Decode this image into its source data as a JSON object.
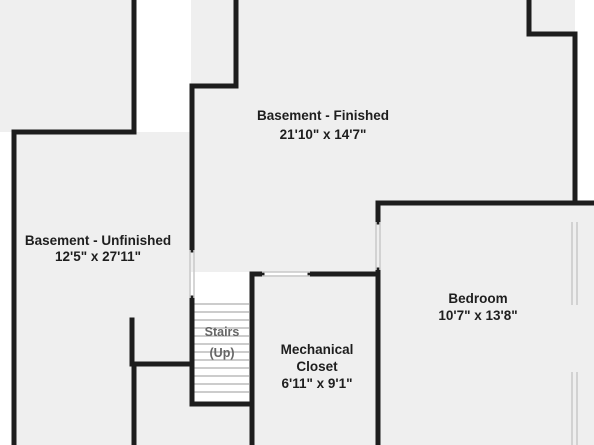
{
  "rooms": {
    "finished": {
      "name": "Basement - Finished",
      "dimensions": "21'10\" x 14'7\""
    },
    "unfinished": {
      "name": "Basement - Unfinished",
      "dimensions": "12'5\" x 27'11\""
    },
    "bedroom": {
      "name": "Bedroom",
      "dimensions": "10'7\" x 13'8\""
    },
    "mechanical": {
      "name_line1": "Mechanical",
      "name_line2": "Closet",
      "dimensions": "6'11\" x 9'1\""
    },
    "stairs": {
      "name": "Stairs",
      "direction": "(Up)"
    }
  }
}
